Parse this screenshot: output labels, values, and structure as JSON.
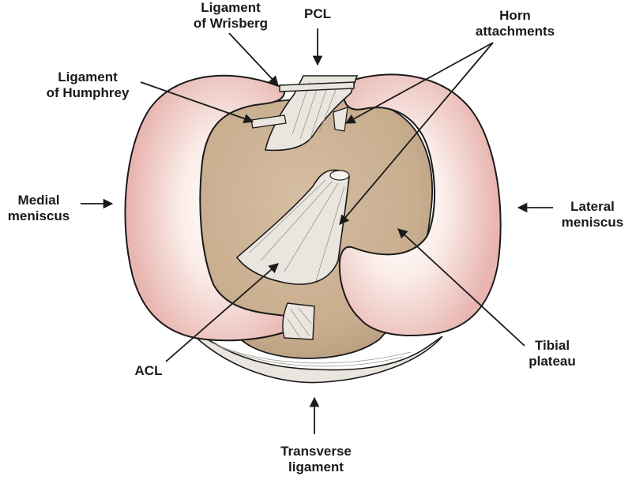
{
  "labels": {
    "wrisberg": [
      "Ligament",
      "of Wrisberg"
    ],
    "pcl": "PCL",
    "horn": [
      "Horn",
      "attachments"
    ],
    "humphrey": [
      "Ligament",
      "of Humphrey"
    ],
    "medial": [
      "Medial",
      "meniscus"
    ],
    "lateral": [
      "Lateral",
      "meniscus"
    ],
    "acl": "ACL",
    "tibial": [
      "Tibial",
      "plateau"
    ],
    "transverse": [
      "Transverse",
      "ligament"
    ]
  },
  "colors": {
    "meniscus_edge": "#e8b5b0",
    "meniscus_center": "#fbeeea",
    "plateau": "#c8ad8e",
    "plateau_dark": "#b4977a",
    "ligament": "#eae6df",
    "outline": "#1a1a1a"
  }
}
